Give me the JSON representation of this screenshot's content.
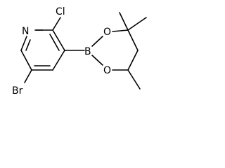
{
  "molecule": {
    "atoms": {
      "ring_n": "N",
      "chlorine": "Cl",
      "bromine": "Br",
      "boron": "B",
      "oxygen_top": "O",
      "oxygen_bottom": "O"
    }
  },
  "colors": {
    "bond": "#000000",
    "label": "#000000",
    "background": "#ffffff"
  }
}
